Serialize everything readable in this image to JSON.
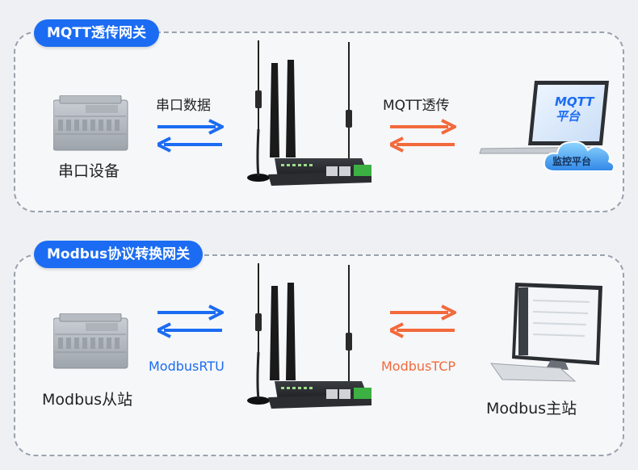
{
  "colors": {
    "blue_accent": "#1b6cf2",
    "orange_accent": "#f26a3c",
    "panel_border": "#9aa2ad"
  },
  "section1": {
    "title": "MQTT透传网关",
    "serial_label": "串口数据",
    "mqtt_label": "MQTT透传",
    "device_label": "串口设备",
    "screen_text": [
      "MQTT",
      "平台"
    ],
    "cloud_text": "监控平台"
  },
  "section2": {
    "title": "Modbus协议转换网关",
    "rtu_label": "ModbusRTU",
    "tcp_label": "ModbusTCP",
    "slave_label": "Modbus从站",
    "master_label": "Modbus主站"
  },
  "icons": [
    "plc-device-icon",
    "router-icon",
    "bidirectional-arrows-icon",
    "laptop-icon",
    "cloud-icon",
    "desktop-computer-icon"
  ]
}
